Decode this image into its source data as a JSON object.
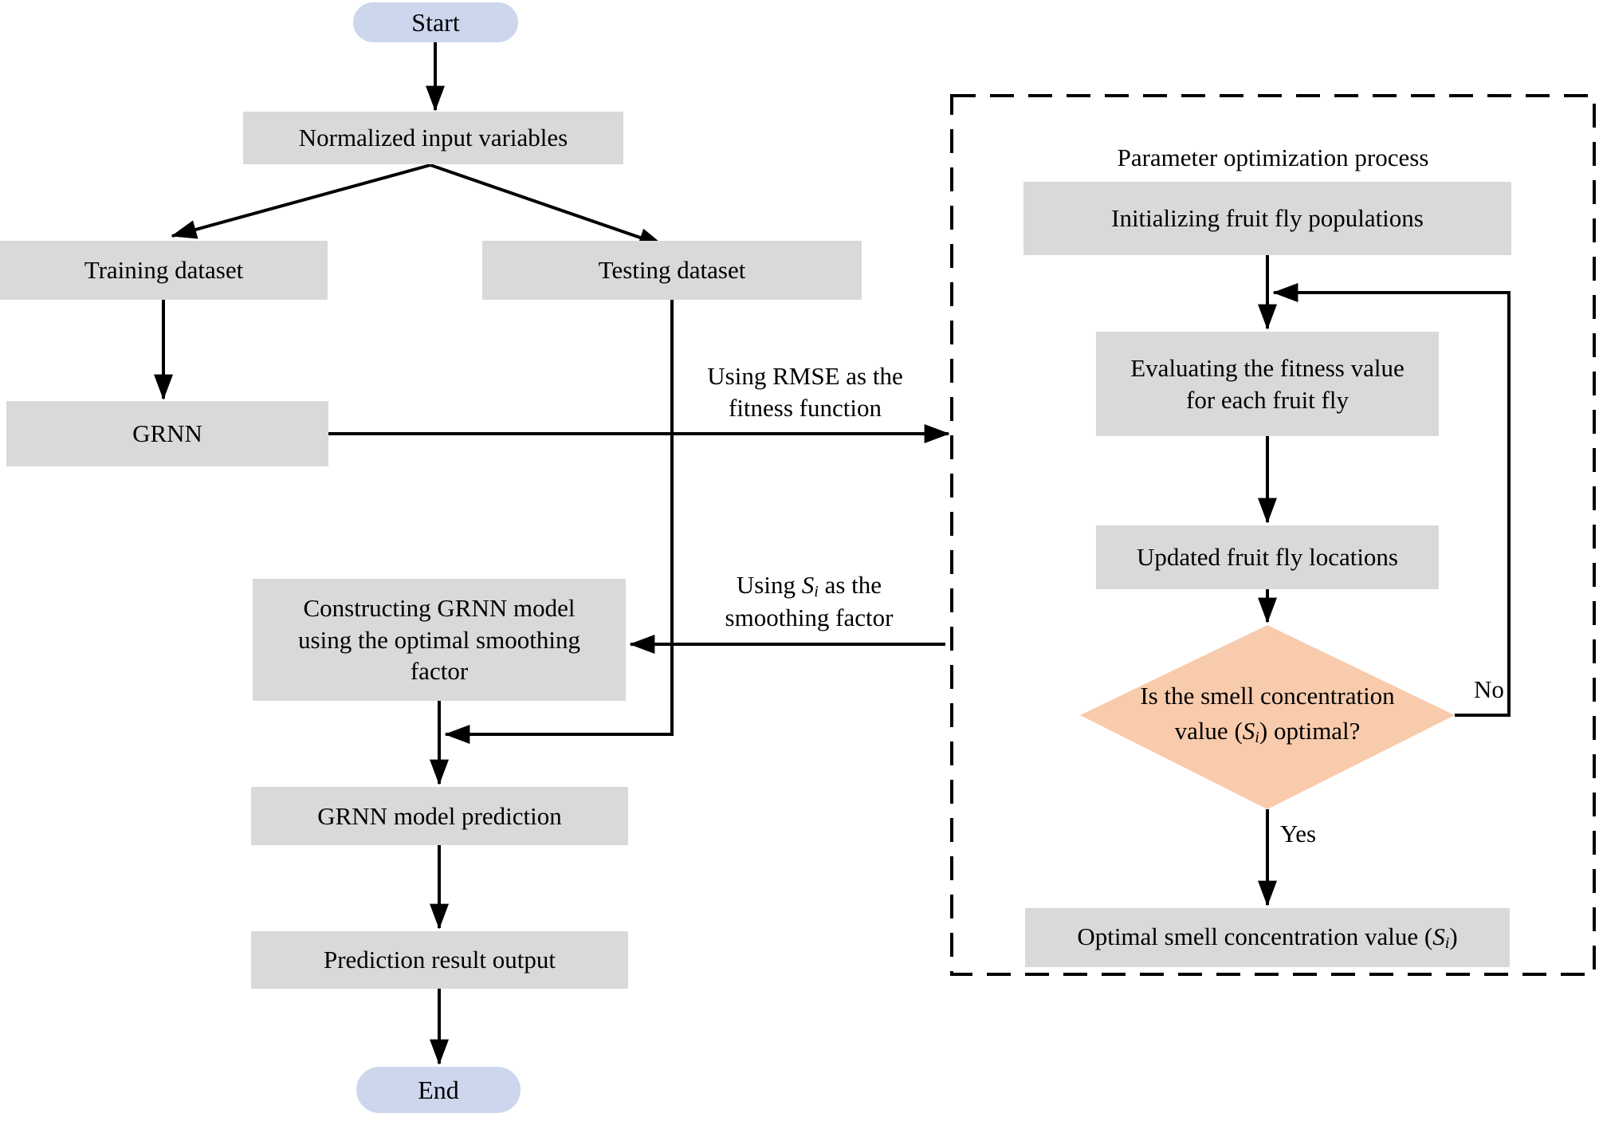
{
  "diagram_title": "FOA-GRNN flowchart",
  "colors": {
    "process_fill": "#d9d9d9",
    "terminal_fill": "#ccd6ed",
    "decision_fill": "#f8cbad",
    "line": "#000000"
  },
  "nodes": {
    "start": "Start",
    "normalized": "Normalized input variables",
    "training": "Training dataset",
    "testing": "Testing dataset",
    "grnn": "GRNN",
    "constructing": {
      "line1": "Constructing GRNN model",
      "line2": "using the optimal smoothing",
      "line3": "factor"
    },
    "grnn_prediction": "GRNN model prediction",
    "prediction_output": "Prediction result output",
    "end": "End",
    "initializing": "Initializing fruit fly populations",
    "evaluating": {
      "line1": "Evaluating the fitness value",
      "line2": "for each fruit fly"
    },
    "updated": "Updated fruit fly locations",
    "decision": {
      "line1": "Is the smell concentration",
      "pre": "value (",
      "var": "S",
      "sub": "i",
      "post": ") optimal?"
    },
    "optimal": {
      "pre": "Optimal smell concentration value (",
      "var": "S",
      "sub": "i",
      "post": ")"
    }
  },
  "labels": {
    "group_title": "Parameter optimization process",
    "rmse_line1": "Using RMSE as the",
    "rmse_line2": "fitness function",
    "si": {
      "pre": "Using ",
      "var": "S",
      "sub": "i",
      "post": " as the",
      "line2": "smoothing factor"
    },
    "no": "No",
    "yes": "Yes"
  }
}
